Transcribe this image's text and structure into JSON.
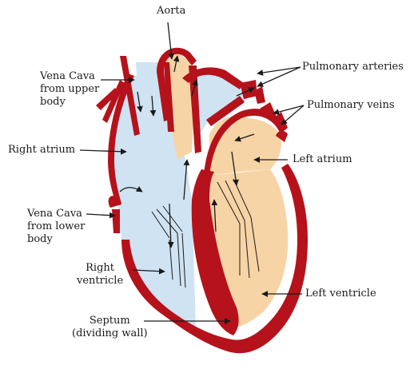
{
  "labels": {
    "aorta": "Aorta",
    "pulmonary_arteries": "Pulmonary arteries",
    "pulmonary_veins": "Pulmonary veins",
    "vena_cava_upper": [
      "Vena Cava",
      "from upper",
      "body"
    ],
    "right_atrium": "Right atrium",
    "left_atrium": "Left atrium",
    "vena_cava_lower": [
      "Vena Cava",
      "from lower",
      "body"
    ],
    "right_ventricle": [
      "Right",
      "ventricle"
    ],
    "left_ventricle": "Left ventricle",
    "septum": [
      "Septum",
      "(dividing wall)"
    ]
  },
  "colors": {
    "muscle": "#b5121b",
    "deoxygenated_blood": "#cfe3f3",
    "oxygenated_blood": "#f7d4a6",
    "leader_line": "#1a1a1a"
  }
}
